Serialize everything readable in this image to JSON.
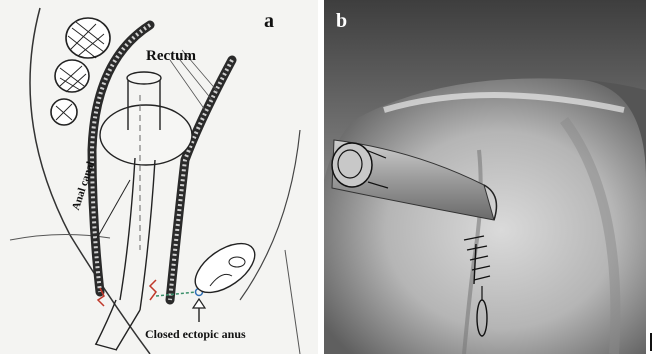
{
  "panel_a": {
    "letter": "a",
    "labels": {
      "rectum": "Rectum",
      "anal_canal": "Anal canal",
      "closed_ectopic_anus": "Closed ectopic anus"
    }
  },
  "panel_b": {
    "letter": "b"
  },
  "colors": {
    "sketch_line": "#2a2a2a",
    "suture_red": "#c0392b",
    "suture_green": "#3a8f6a",
    "suture_blue": "#2f6fb5",
    "photo_tissue": "#d9d9d9"
  }
}
